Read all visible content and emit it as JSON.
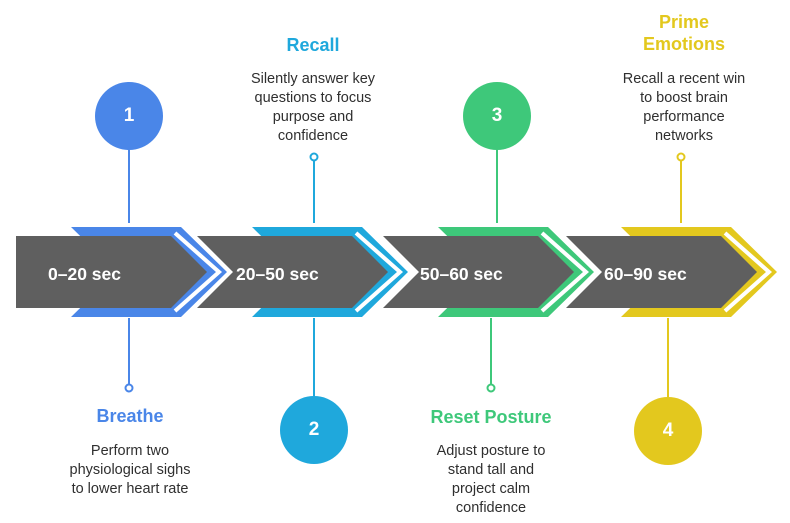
{
  "colors": {
    "arrow_body": "#5f5f5f",
    "step1": "#4a86e8",
    "step2": "#1fa8dc",
    "step3": "#3ec87a",
    "step4": "#e3c81e"
  },
  "stages": [
    {
      "range": "0–20 sec"
    },
    {
      "range": "20–50 sec"
    },
    {
      "range": "50–60 sec"
    },
    {
      "range": "60–90 sec"
    }
  ],
  "steps": [
    {
      "number": "1",
      "title": "Breathe",
      "description": "Perform two\nphysiological sighs\nto lower heart rate"
    },
    {
      "number": "2",
      "title": "Recall",
      "description": "Silently answer key\nquestions to focus\npurpose and\nconfidence"
    },
    {
      "number": "3",
      "title": "Reset Posture",
      "description": "Adjust posture to\nstand tall and\nproject calm\nconfidence"
    },
    {
      "number": "4",
      "title": "Prime\nEmotions",
      "description": "Recall a recent win\nto boost brain\nperformance\nnetworks"
    }
  ]
}
